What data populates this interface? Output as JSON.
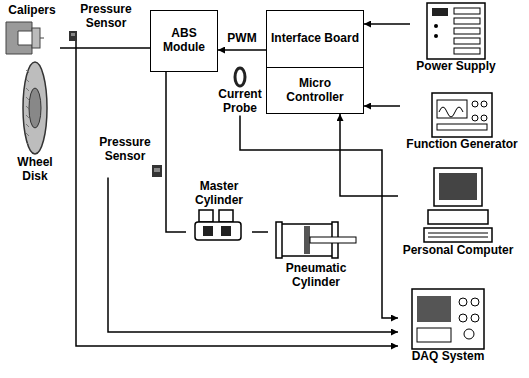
{
  "diagram": {
    "nodes": [
      {
        "text": [
          "Calipers"
        ]
      },
      {
        "text": [
          "Pressure Sensor"
        ]
      },
      {
        "text": [
          "Wheel Disk"
        ]
      },
      {
        "text": [
          "ABS Module"
        ]
      },
      {
        "text": [
          "Interface Board"
        ]
      },
      {
        "text": [
          "Micro Controller"
        ]
      },
      {
        "text": [
          "Power Supply"
        ]
      },
      {
        "text": [
          "Current Probe"
        ]
      },
      {
        "text": [
          "Function Generator"
        ]
      },
      {
        "text": [
          "Pressure Sensor"
        ]
      },
      {
        "text": [
          "Master Cylinder"
        ]
      },
      {
        "text": [
          "Pneumatic Cylinder"
        ]
      },
      {
        "text": [
          "Personal Computer"
        ]
      },
      {
        "text": [
          "DAQ System"
        ]
      }
    ],
    "edges": [
      {
        "from": 0,
        "to": 3,
        "arrow": "none"
      },
      {
        "from": 4,
        "to": 3,
        "label": "PWM",
        "arrow": "to"
      },
      {
        "from": 6,
        "to": 4,
        "arrow": "to"
      },
      {
        "from": 8,
        "to": 5,
        "arrow": "to"
      },
      {
        "from": 12,
        "to": 5,
        "arrow": "to"
      },
      {
        "from": 3,
        "to": 10,
        "arrow": "none"
      },
      {
        "from": 10,
        "to": 11,
        "arrow": "none"
      },
      {
        "from": 1,
        "to": 13,
        "arrow": "to"
      },
      {
        "from": 9,
        "to": 13,
        "arrow": "to"
      },
      {
        "from": 7,
        "to": 13,
        "arrow": "to"
      }
    ]
  }
}
